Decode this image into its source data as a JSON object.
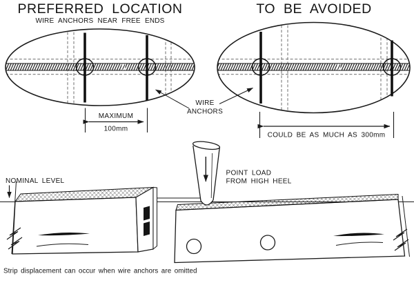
{
  "panels": {
    "preferred": {
      "title": "PREFERRED LOCATION",
      "subtitle": "WIRE ANCHORS NEAR FREE ENDS",
      "dim_top": "MAXIMUM",
      "dim_bottom": "100mm"
    },
    "avoided": {
      "title": "TO BE AVOIDED",
      "dim": "COULD BE AS MUCH AS 300mm"
    }
  },
  "labels": {
    "wire_anchors": {
      "line1": "WIRE",
      "line2": "ANCHORS"
    },
    "nominal_level": "NOMINAL LEVEL",
    "point_load": {
      "line1": "POINT LOAD",
      "line2": "FROM HIGH HEEL"
    },
    "caption": "Strip displacement can occur when wire anchors are omitted"
  },
  "icons": {
    "dimension_arrow": "double-headed-arrow",
    "leader_arrow": "arrowhead",
    "load_arrow": "down-arrow"
  },
  "colors": {
    "ink": "#1a1a1a",
    "dashed_guide": "#7b7b7b",
    "background": "#ffffff",
    "slot_fill": "#151515"
  }
}
